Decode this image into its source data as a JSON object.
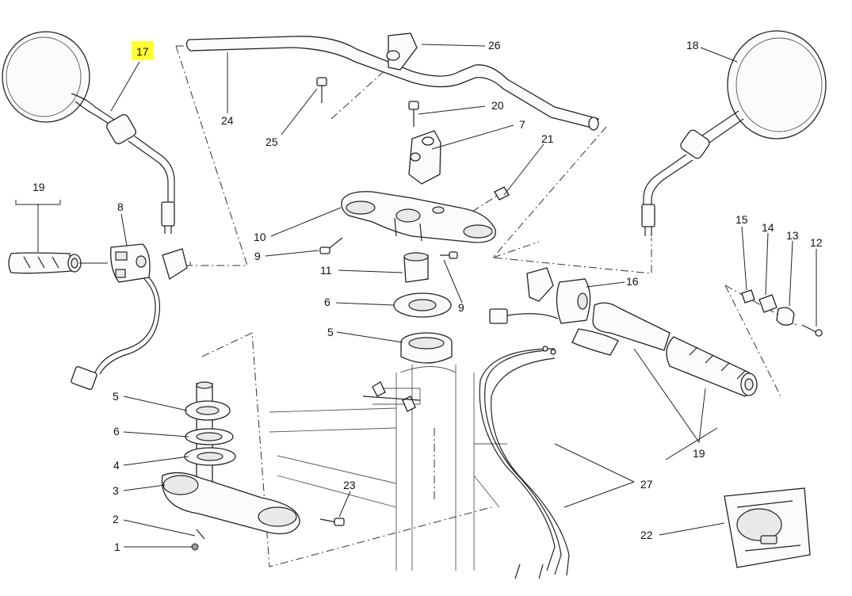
{
  "diagram": {
    "callouts": {
      "c1": "1",
      "c2": "2",
      "c3": "3",
      "c4": "4",
      "c5a": "5",
      "c5b": "5",
      "c6a": "6",
      "c6b": "6",
      "c7": "7",
      "c8": "8",
      "c9a": "9",
      "c9b": "9",
      "c10": "10",
      "c11": "11",
      "c12": "12",
      "c13": "13",
      "c14": "14",
      "c15": "15",
      "c16": "16",
      "c17": "17",
      "c18": "18",
      "c19a": "19",
      "c19b": "19",
      "c20": "20",
      "c21": "21",
      "c22": "22",
      "c23": "23",
      "c24": "24",
      "c25": "25",
      "c26": "26",
      "c27": "27"
    },
    "highlighted_callout": "17",
    "highlight_color": "#ffff33"
  }
}
